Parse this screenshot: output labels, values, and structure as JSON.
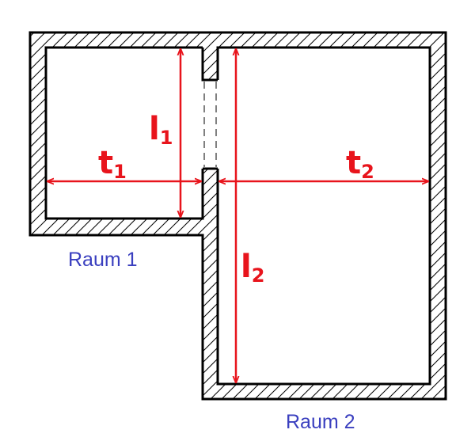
{
  "colors": {
    "wall": "#000000",
    "dimension": "#e8141c",
    "room_label": "#3a3fbf",
    "background": "#ffffff"
  },
  "dimensions": {
    "l1": {
      "main": "l",
      "sub": "1"
    },
    "t1": {
      "main": "t",
      "sub": "1"
    },
    "l2": {
      "main": "l",
      "sub": "2"
    },
    "t2": {
      "main": "t",
      "sub": "2"
    }
  },
  "rooms": {
    "room1": {
      "label": "Raum 1"
    },
    "room2": {
      "label": "Raum 2"
    }
  }
}
